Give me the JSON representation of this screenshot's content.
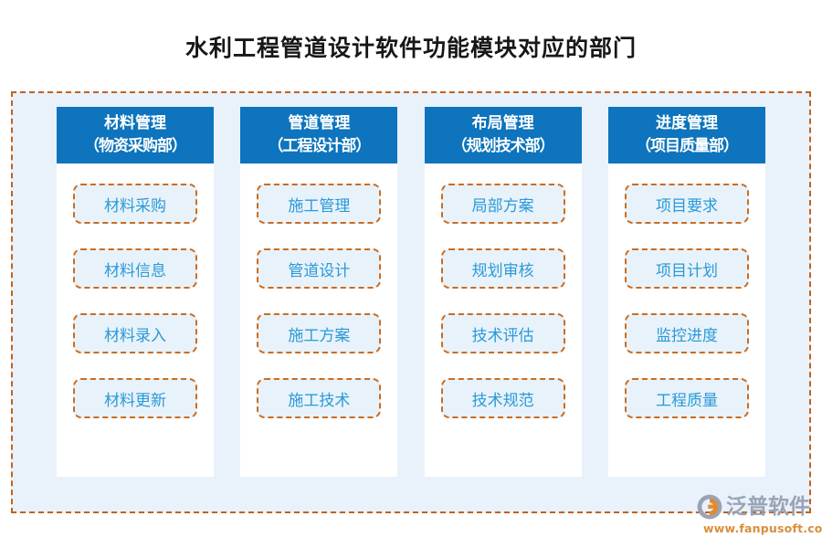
{
  "page": {
    "title": "水利工程管道设计软件功能模块对应的部门",
    "background_color": "#ffffff",
    "panel_background_color": "#e9f2fb",
    "frame_border_color": "#c1621a",
    "header_color": "#0d74bd",
    "cell_fill_color": "#e8f2fb",
    "cell_border_color": "#cb6c1d",
    "cell_text_color": "#2a9ad6"
  },
  "columns": [
    {
      "header_module": "材料管理",
      "header_department": "（物资采购部）",
      "items": [
        {
          "label": "材料采购"
        },
        {
          "label": "材料信息"
        },
        {
          "label": "材料录入"
        },
        {
          "label": "材料更新"
        }
      ]
    },
    {
      "header_module": "管道管理",
      "header_department": "（工程设计部）",
      "items": [
        {
          "label": "施工管理"
        },
        {
          "label": "管道设计"
        },
        {
          "label": "施工方案"
        },
        {
          "label": "施工技术"
        }
      ]
    },
    {
      "header_module": "布局管理",
      "header_department": "（规划技术部）",
      "items": [
        {
          "label": "局部方案"
        },
        {
          "label": "规划审核"
        },
        {
          "label": "技术评估"
        },
        {
          "label": "技术规范"
        }
      ]
    },
    {
      "header_module": "进度管理",
      "header_department": "（项目质量部）",
      "items": [
        {
          "label": "项目要求"
        },
        {
          "label": "项目计划"
        },
        {
          "label": "监控进度"
        },
        {
          "label": "工程质量"
        }
      ]
    }
  ],
  "logo": {
    "brand": "泛普软件",
    "url": "www.fanpusoft.com",
    "mark_icon": "fanpu-circle-logo-icon",
    "brand_color": "#9aa3b5",
    "url_color": "#d98e3a",
    "mark_color": "#e08b33"
  }
}
